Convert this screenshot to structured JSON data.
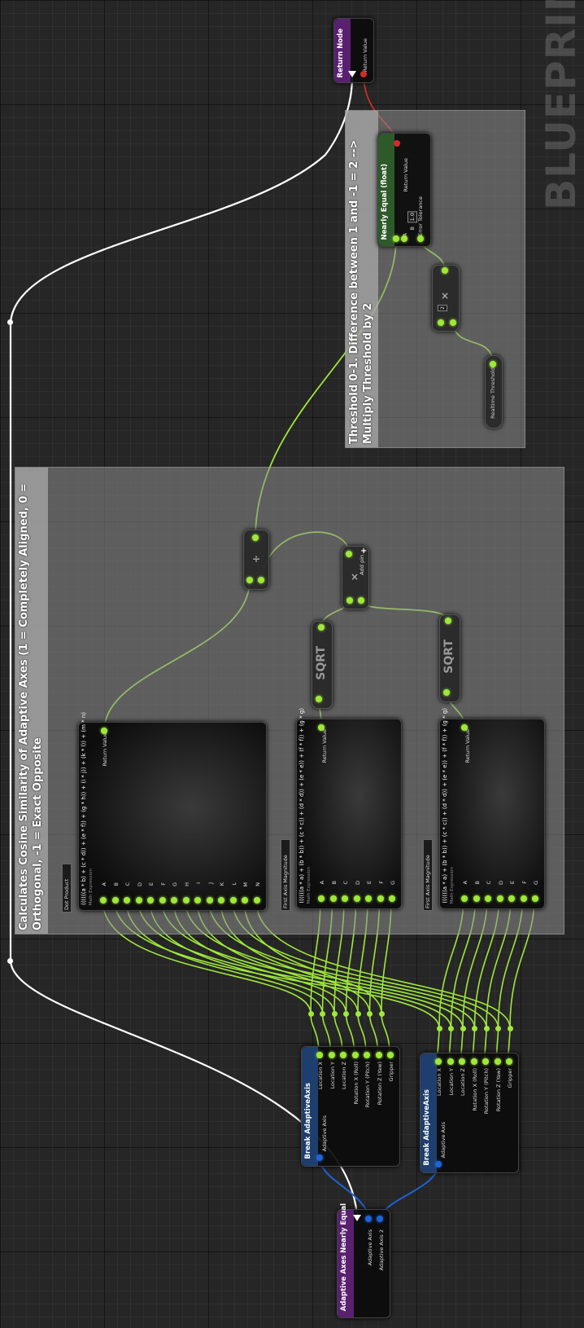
{
  "watermark": "BLUEPRINT",
  "comments": {
    "cosine": "Calculates Cosine Similarity of Adaptive Axes (1 = Completely Aligned, 0 = Orthogonal, -1 = Exact Opposite",
    "threshold": "Threshold 0-1. Difference between 1 and -1 = 2 --> Multiply Threshold by 2"
  },
  "entry_node": {
    "title": "Adaptive Axes Nearly Equal",
    "pins": [
      "Adaptive Axis",
      "Adaptive Axis 2"
    ]
  },
  "return_node": {
    "title": "Return Node",
    "pins": [
      "Return Value"
    ]
  },
  "break_node_1": {
    "title": "Break AdaptiveAxis",
    "input": "Adaptive Axis",
    "outputs": [
      "Location X",
      "Location Y",
      "Location Z",
      "Rotation X (Roll)",
      "Rotation Y (Pitch)",
      "Rotation Z (Yaw)",
      "Gripper"
    ]
  },
  "break_node_2": {
    "title": "Break AdaptiveAxis",
    "input": "Adaptive Axis",
    "outputs": [
      "Location X",
      "Location Y",
      "Location Z",
      "Rotation X (Roll)",
      "Rotation Y (Pitch)",
      "Rotation Z (Yaw)",
      "Gripper"
    ]
  },
  "dot_product": {
    "tag": "Dot Product",
    "expression": "((((((a * b) + (c * d)) + (e * f)) + (g * h)) + (i * j)) + (k * l)) + (m * n)",
    "subtitle": "Math Expression",
    "inputs": [
      "A",
      "B",
      "C",
      "D",
      "E",
      "F",
      "G",
      "H",
      "I",
      "J",
      "K",
      "L",
      "M",
      "N"
    ],
    "output": "Return Value"
  },
  "first_mag": {
    "tag": "First Axis Magnitude",
    "expression": "((((((a * a) + (b * b)) + (c * c)) + (d * d)) + (e * e)) + (f * f)) + (g * g)",
    "subtitle": "Math Expression",
    "inputs": [
      "A",
      "B",
      "C",
      "D",
      "E",
      "F",
      "G"
    ],
    "output": "Return Value"
  },
  "second_mag": {
    "tag": "First Axis Magnitude",
    "expression": "((((((a * a) + (b * b)) + (c * c)) + (d * d)) + (e * e)) + (f * f)) + (g * g)",
    "subtitle": "Math Expression",
    "inputs": [
      "A",
      "B",
      "C",
      "D",
      "E",
      "F",
      "G"
    ],
    "output": "Return Value"
  },
  "sqrt_label": "SQRT",
  "multiply_node": {
    "symbol": "×",
    "add_pin": "Add pin",
    "plus": "+"
  },
  "divide_node": {
    "symbol": "÷"
  },
  "nearly_equal": {
    "title": "Nearly Equal (float)",
    "inputs": [
      "A",
      "B",
      "Error Tolerance"
    ],
    "b_value": "1.0",
    "output": "Return Value"
  },
  "threshold_mult": {
    "symbol": "×",
    "value": "2"
  },
  "realtime_threshold": "Realtime Threshold",
  "colors": {
    "float": "#9fe83a",
    "struct": "#1f63d6",
    "exec": "#ffffff",
    "func_header": "#5a2070",
    "break_header": "#1e3f6e",
    "pure_header": "#2e5a2a"
  }
}
